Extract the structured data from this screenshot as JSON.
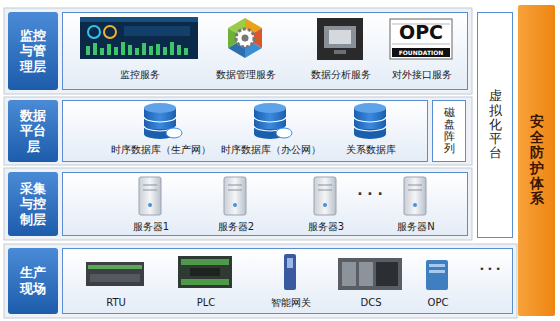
{
  "diagram": {
    "nodes": [
      {
        "text": [
          "监控与管理层"
        ]
      },
      {
        "text": [
          "监控服务",
          "数据管理服务",
          "数据分析服务",
          "对外接口服务"
        ]
      },
      {
        "text": [
          "数据平台层"
        ]
      },
      {
        "text": [
          "时序数据库（生产网）",
          "时序数据库（办公网）",
          "关系数据库"
        ]
      },
      {
        "text": [
          "磁盘阵列"
        ]
      },
      {
        "text": [
          "采集与控制层"
        ]
      },
      {
        "text": [
          "服务器1",
          "服务器2",
          "服务器3",
          "服务器N"
        ]
      },
      {
        "text": [
          "生产现场"
        ]
      },
      {
        "text": [
          "RTU",
          "PLC",
          "智能网关",
          "DCS",
          "OPC"
        ]
      },
      {
        "text": [
          "虚拟化平台"
        ]
      },
      {
        "text": [
          "安全防护体系"
        ]
      }
    ],
    "labels": [
      "OPC",
      "FOUNDATION",
      "· · ·",
      "• • •"
    ]
  }
}
